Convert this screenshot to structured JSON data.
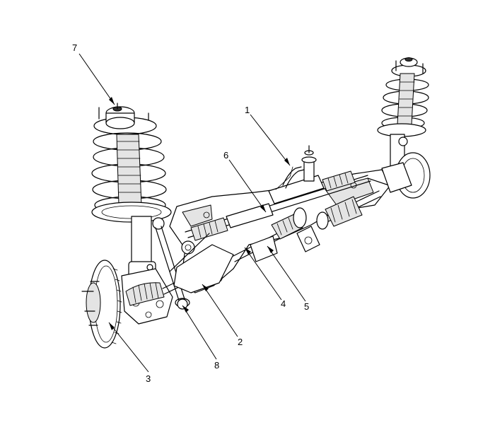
{
  "callouts": [
    {
      "label": "1"
    },
    {
      "label": "2"
    },
    {
      "label": "3"
    },
    {
      "label": "4"
    },
    {
      "label": "5"
    },
    {
      "label": "6"
    },
    {
      "label": "7"
    },
    {
      "label": "8"
    }
  ],
  "colors": {
    "ink": "#000000",
    "background": "#ffffff",
    "shade": "#e4e4e4"
  }
}
